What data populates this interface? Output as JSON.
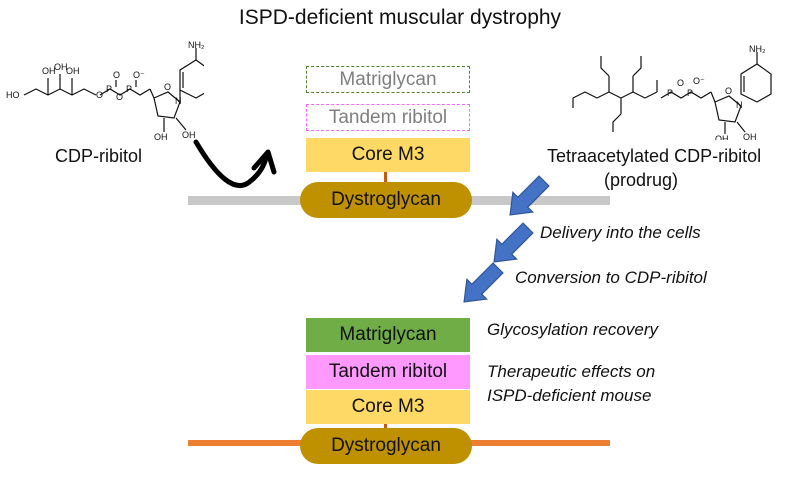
{
  "title": "ISPD-deficient muscular dystrophy",
  "left_molecule": {
    "name": "CDP-ribitol",
    "atoms": {
      "ho": "HO",
      "oh": "OH",
      "o": "O",
      "p": "P",
      "o_minus": "O⁻",
      "nh2": "NH₂",
      "n": "N"
    }
  },
  "right_molecule": {
    "name_line1": "Tetraacetylated CDP-ribitol",
    "name_line2": "(prodrug)",
    "atoms": {
      "oh": "OH",
      "o": "O",
      "p": "P",
      "o_minus": "O⁻",
      "nh2": "NH₂",
      "n": "N"
    }
  },
  "top_stack": {
    "matriglycan": "Matriglycan",
    "tandem_ribitol": "Tandem ribitol",
    "core_m3": "Core M3",
    "dystroglycan": "Dystroglycan"
  },
  "steps": {
    "delivery": "Delivery into the cells",
    "conversion": "Conversion to CDP-ribitol",
    "glycosylation": "Glycosylation recovery",
    "therapeutic_line1": "Therapeutic effects on",
    "therapeutic_line2": "ISPD-deficient mouse"
  },
  "bottom_stack": {
    "matriglycan": "Matriglycan",
    "tandem_ribitol": "Tandem ribitol",
    "core_m3": "Core M3",
    "dystroglycan": "Dystroglycan"
  },
  "colors": {
    "matriglycan": "#70ad47",
    "tandem_ribitol": "#ff99ff",
    "core_m3": "#ffd966",
    "dystroglycan": "#bf9000",
    "membrane_top": "#c8c8c8",
    "membrane_bottom": "#ed7d31",
    "arrow": "#4472c4",
    "dashed_green": "#548235",
    "dashed_pink": "#ff66ff"
  }
}
